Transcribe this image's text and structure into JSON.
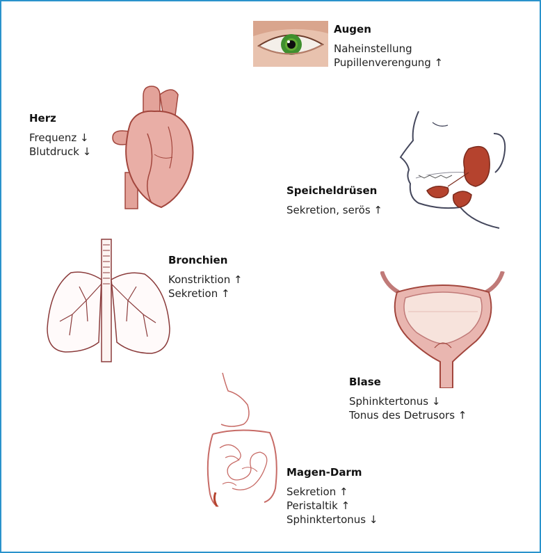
{
  "diagram": {
    "organs": [
      {
        "name": "Augen",
        "effects": [
          "Naheinstellung",
          "Pupillenverengung ↑"
        ]
      },
      {
        "name": "Herz",
        "effects": [
          "Frequenz ↓",
          "Blutdruck ↓"
        ]
      },
      {
        "name": "Speicheldrüsen",
        "effects": [
          "Sekretion, serös ↑"
        ]
      },
      {
        "name": "Bronchien",
        "effects": [
          "Konstriktion ↑",
          "Sekretion ↑"
        ]
      },
      {
        "name": "Blase",
        "effects": [
          "Sphinktertonus ↓",
          "Tonus des Detrusors ↑"
        ]
      },
      {
        "name": "Magen-Darm",
        "effects": [
          "Sekretion ↑",
          "Peristaltik ↑",
          "Sphinktertonus ↓"
        ]
      }
    ]
  },
  "colors": {
    "frame": "#2a93cc",
    "organ_fill": "#e6a9a2",
    "organ_line": "#a2463d",
    "gland_fill": "#b5432e",
    "eye_iris": "#3f8f2e"
  },
  "icons": [
    "eye-icon",
    "heart-icon",
    "salivary-gland-icon",
    "lungs-icon",
    "bladder-icon",
    "intestine-icon"
  ]
}
